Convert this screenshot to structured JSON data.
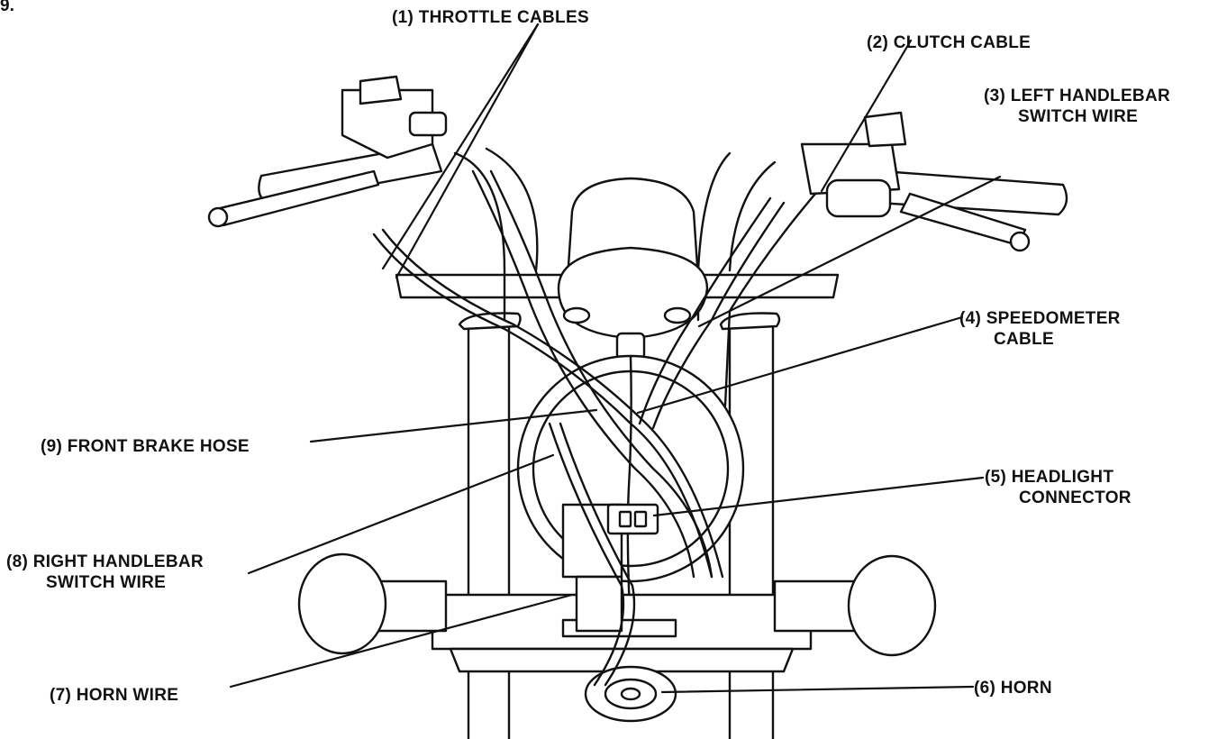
{
  "corner_mark": "9.",
  "labels": {
    "throttle": "(1) THROTTLE CABLES",
    "clutch": "(2) CLUTCH CABLE",
    "left_switch_1": "(3) LEFT HANDLEBAR",
    "left_switch_2": "SWITCH WIRE",
    "speedo_1": "(4) SPEEDOMETER",
    "speedo_2": "CABLE",
    "headlight_1": "(5) HEADLIGHT",
    "headlight_2": "CONNECTOR",
    "horn": "(6) HORN",
    "horn_wire": "(7) HORN WIRE",
    "right_switch_1": "(8) RIGHT HANDLEBAR",
    "right_switch_2": "SWITCH WIRE",
    "brake_hose": "(9) FRONT BRAKE HOSE"
  }
}
